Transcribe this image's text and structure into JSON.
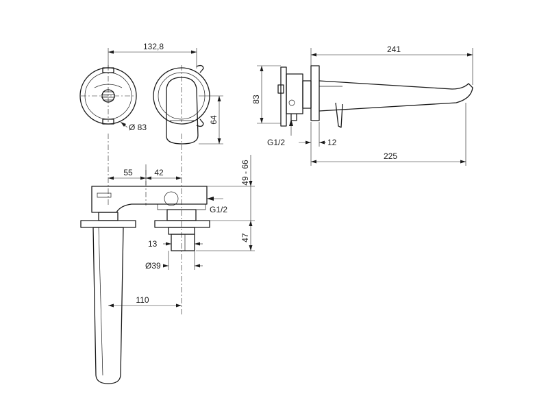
{
  "dimensions": {
    "top_spacing": "132,8",
    "rosette_diameter": "Ø 83",
    "handle_height": "64",
    "rosette_side": "83",
    "inlet_side": "G1/2",
    "plate_thickness": "12",
    "overall_length": "241",
    "spout_projection": "225",
    "offset_left": "55",
    "offset_right": "42",
    "body_depth": "49 - 66",
    "inlet_top": "G1/2",
    "depth_lower": "47",
    "nipple": "13",
    "outlet_diameter": "Ø39",
    "spout_distance": "110"
  }
}
